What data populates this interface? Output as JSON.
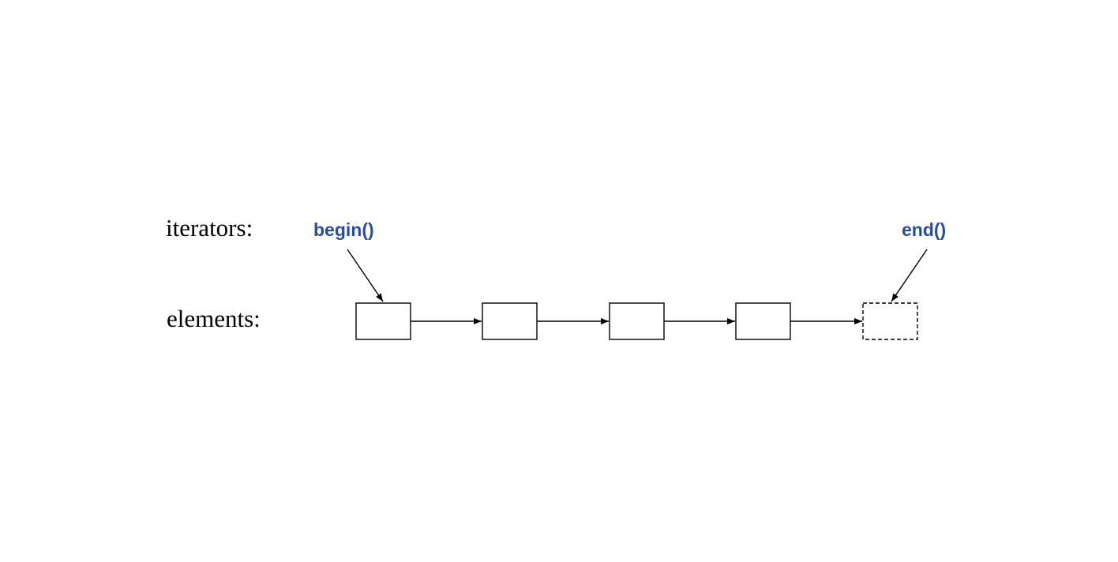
{
  "labels": {
    "iterators": "iterators:",
    "elements": "elements:"
  },
  "iterators": {
    "begin": "begin()",
    "end": "end()"
  },
  "elements": {
    "count": 4,
    "has_past_the_end_position": true
  },
  "colors": {
    "iterator_text": "#2a4d9b",
    "lines": "#000000",
    "background": "#ffffff"
  }
}
